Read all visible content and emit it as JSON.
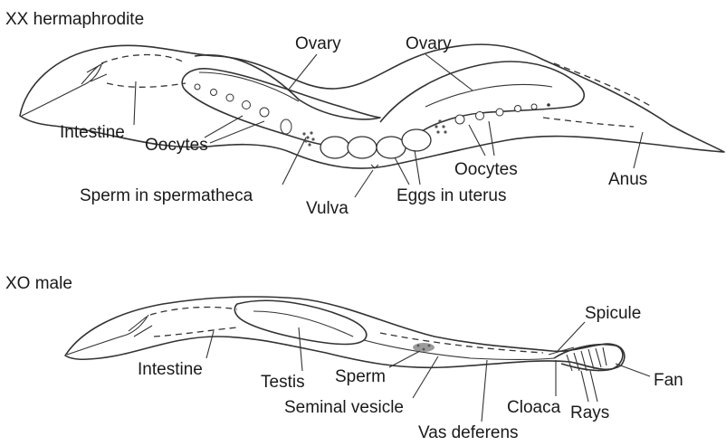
{
  "hermaphrodite": {
    "title": "XX hermaphrodite",
    "labels": {
      "ovary_left": "Ovary",
      "ovary_right": "Ovary",
      "intestine": "Intestine",
      "oocytes_left": "Oocytes",
      "oocytes_right": "Oocytes",
      "sperm_spermatheca": "Sperm in spermatheca",
      "vulva": "Vulva",
      "eggs_uterus": "Eggs in uterus",
      "anus": "Anus"
    }
  },
  "male": {
    "title": "XO male",
    "labels": {
      "spicule": "Spicule",
      "intestine": "Intestine",
      "testis": "Testis",
      "sperm": "Sperm",
      "fan": "Fan",
      "seminal_vesicle": "Seminal vesicle",
      "cloaca": "Cloaca",
      "rays": "Rays",
      "vas_deferens": "Vas deferens"
    }
  },
  "colors": {
    "line": "#333333",
    "text": "#1a1a1a",
    "background": "#ffffff"
  }
}
